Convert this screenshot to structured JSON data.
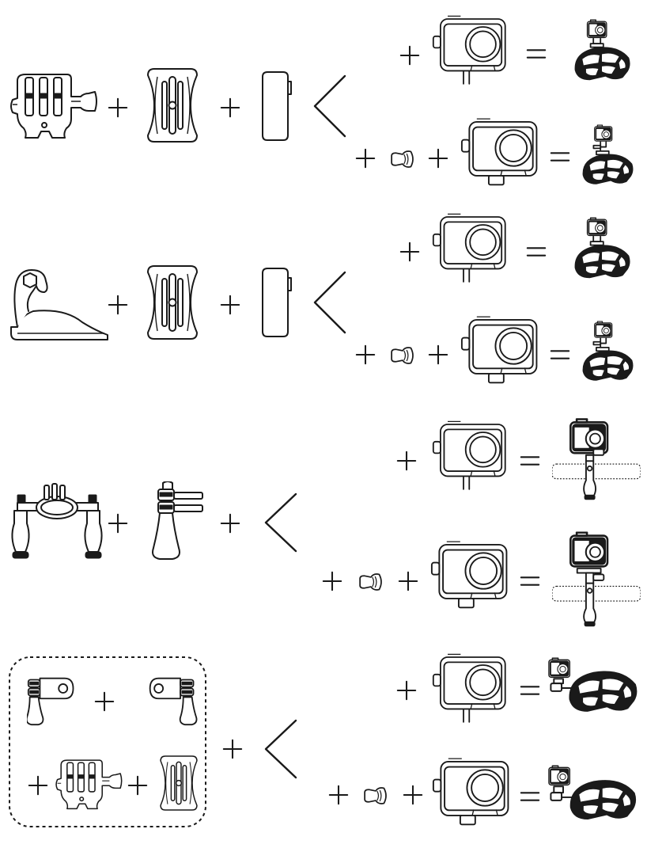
{
  "diagram": {
    "sections": [
      {
        "id": "helmet-buckle",
        "accessories": [
          "buckle-mount",
          "flat-adhesive-base",
          "adhesive-pad"
        ],
        "options": [
          {
            "accessories": [
              "waterproof-housing"
            ],
            "result": "camera-on-helmet-top"
          },
          {
            "accessories": [
              "thumb-screw",
              "waterproof-housing"
            ],
            "result": "camera-on-helmet-top-raised"
          }
        ]
      },
      {
        "id": "helmet-chin",
        "accessories": [
          "chin-mount",
          "flat-adhesive-base",
          "adhesive-pad"
        ],
        "options": [
          {
            "accessories": [
              "waterproof-housing"
            ],
            "result": "camera-on-helmet-top"
          },
          {
            "accessories": [
              "thumb-screw",
              "waterproof-housing"
            ],
            "result": "camera-on-helmet-top-raised"
          }
        ]
      },
      {
        "id": "handlebar",
        "accessories": [
          "handlebar-mount",
          "pivot-arm"
        ],
        "options": [
          {
            "accessories": [
              "waterproof-housing"
            ],
            "result": "camera-on-handlebar"
          },
          {
            "accessories": [
              "thumb-screw",
              "waterproof-housing"
            ],
            "result": "camera-on-handlebar-raised"
          }
        ]
      },
      {
        "id": "helmet-side",
        "accessories": [
          "extension-arm-long",
          "extension-arm-short",
          "buckle-mount",
          "curved-adhesive-base"
        ],
        "options": [
          {
            "accessories": [
              "waterproof-housing"
            ],
            "result": "camera-on-helmet-side"
          },
          {
            "accessories": [
              "thumb-screw",
              "waterproof-housing"
            ],
            "result": "camera-on-helmet-side-raised"
          }
        ]
      }
    ]
  }
}
